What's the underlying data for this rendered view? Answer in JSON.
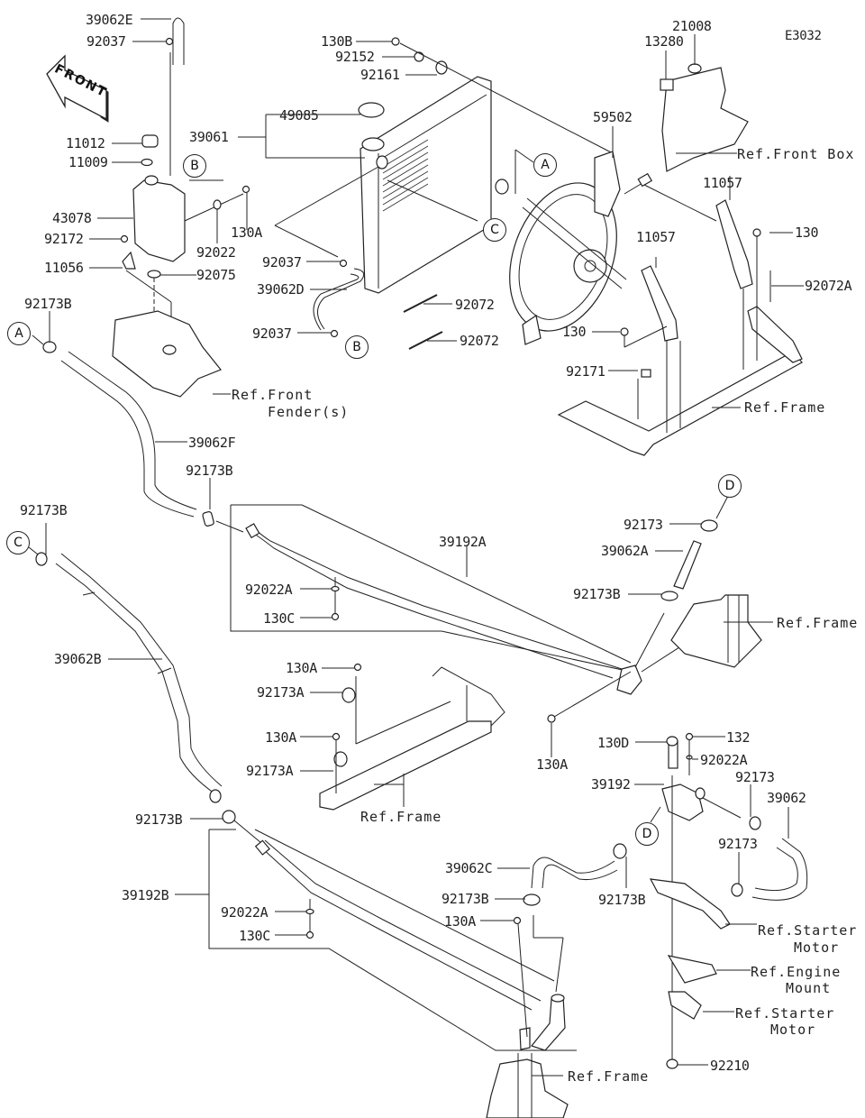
{
  "diagram": {
    "id": "E3032",
    "front_arrow_label": "FRONT",
    "callouts": [
      "A",
      "B",
      "C",
      "D"
    ],
    "part_labels": [
      {
        "key": "p39062E",
        "text": "39062E"
      },
      {
        "key": "p92037a",
        "text": "92037"
      },
      {
        "key": "p11012",
        "text": "11012"
      },
      {
        "key": "p11009",
        "text": "11009"
      },
      {
        "key": "p43078",
        "text": "43078"
      },
      {
        "key": "p92172",
        "text": "92172"
      },
      {
        "key": "p11056",
        "text": "11056"
      },
      {
        "key": "p92075",
        "text": "92075"
      },
      {
        "key": "p92022",
        "text": "92022"
      },
      {
        "key": "p130A_top",
        "text": "130A"
      },
      {
        "key": "p39061",
        "text": "39061"
      },
      {
        "key": "p49085",
        "text": "49085"
      },
      {
        "key": "p130B",
        "text": "130B"
      },
      {
        "key": "p92152",
        "text": "92152"
      },
      {
        "key": "p92161",
        "text": "92161"
      },
      {
        "key": "p92037b",
        "text": "92037"
      },
      {
        "key": "p39062D",
        "text": "39062D"
      },
      {
        "key": "p92037c",
        "text": "92037"
      },
      {
        "key": "p92072a",
        "text": "92072"
      },
      {
        "key": "p92072b",
        "text": "92072"
      },
      {
        "key": "p59502",
        "text": "59502"
      },
      {
        "key": "p13280",
        "text": "13280"
      },
      {
        "key": "p21008",
        "text": "21008"
      },
      {
        "key": "p11057a",
        "text": "11057"
      },
      {
        "key": "p11057b",
        "text": "11057"
      },
      {
        "key": "p130a",
        "text": "130"
      },
      {
        "key": "p130b",
        "text": "130"
      },
      {
        "key": "p92072A",
        "text": "92072A"
      },
      {
        "key": "p92171",
        "text": "92171"
      },
      {
        "key": "p92173B_a",
        "text": "92173B"
      },
      {
        "key": "p39062F",
        "text": "39062F"
      },
      {
        "key": "p92173B_b",
        "text": "92173B"
      },
      {
        "key": "p92173B_c",
        "text": "92173B"
      },
      {
        "key": "p39192A",
        "text": "39192A"
      },
      {
        "key": "p92022A_a",
        "text": "92022A"
      },
      {
        "key": "p130C_a",
        "text": "130C"
      },
      {
        "key": "p92173_a",
        "text": "92173"
      },
      {
        "key": "p39062A",
        "text": "39062A"
      },
      {
        "key": "p92173B_d",
        "text": "92173B"
      },
      {
        "key": "p39062B",
        "text": "39062B"
      },
      {
        "key": "p130A_a",
        "text": "130A"
      },
      {
        "key": "p92173A_a",
        "text": "92173A"
      },
      {
        "key": "p130A_b",
        "text": "130A"
      },
      {
        "key": "p92173A_b",
        "text": "92173A"
      },
      {
        "key": "p130A_c",
        "text": "130A"
      },
      {
        "key": "p130D",
        "text": "130D"
      },
      {
        "key": "p132",
        "text": "132"
      },
      {
        "key": "p92022A_b",
        "text": "92022A"
      },
      {
        "key": "p92173_b",
        "text": "92173"
      },
      {
        "key": "p39192",
        "text": "39192"
      },
      {
        "key": "p39062",
        "text": "39062"
      },
      {
        "key": "p92173_c",
        "text": "92173"
      },
      {
        "key": "p92173B_e",
        "text": "92173B"
      },
      {
        "key": "p39062C",
        "text": "39062C"
      },
      {
        "key": "p92173B_f",
        "text": "92173B"
      },
      {
        "key": "p130A_d",
        "text": "130A"
      },
      {
        "key": "p92173B_g",
        "text": "92173B"
      },
      {
        "key": "p39192B",
        "text": "39192B"
      },
      {
        "key": "p92022A_c",
        "text": "92022A"
      },
      {
        "key": "p130C_b",
        "text": "130C"
      },
      {
        "key": "p92210",
        "text": "92210"
      }
    ],
    "references": {
      "front_box": "Ref.Front Box",
      "front_fender_1": "Ref.Front",
      "front_fender_2": "Fender(s)",
      "frame_1": "Ref.Frame",
      "frame_2": "Ref.Frame",
      "frame_3": "Ref.Frame",
      "frame_4": "Ref.Frame",
      "starter_motor_a1": "Ref.Starter",
      "starter_motor_a2": "Motor",
      "engine_mount_1": "Ref.Engine",
      "engine_mount_2": "Mount",
      "starter_motor_b1": "Ref.Starter",
      "starter_motor_b2": "Motor"
    }
  },
  "labels": {
    "p39062E": "39062E",
    "p92037a": "92037",
    "p11012": "11012",
    "p11009": "11009",
    "p43078": "43078",
    "p92172": "92172",
    "p11056": "11056",
    "p92075": "92075",
    "p92022": "92022",
    "p130A_top": "130A",
    "p39061": "39061",
    "p49085": "49085",
    "p130B": "130B",
    "p92152": "92152",
    "p92161": "92161",
    "p92037b": "92037",
    "p39062D": "39062D",
    "p92037c": "92037",
    "p92072a": "92072",
    "p92072b": "92072",
    "p59502": "59502",
    "p13280": "13280",
    "p21008": "21008",
    "p11057a": "11057",
    "p11057b": "11057",
    "p130a": "130",
    "p130b": "130",
    "p92072A": "92072A",
    "p92171": "92171",
    "p92173B_a": "92173B",
    "p39062F": "39062F",
    "p92173B_b": "92173B",
    "p92173B_c": "92173B",
    "p39192A": "39192A",
    "p92022A_a": "92022A",
    "p130C_a": "130C",
    "p92173_a": "92173",
    "p39062A": "39062A",
    "p92173B_d": "92173B",
    "p39062B": "39062B",
    "p130A_a": "130A",
    "p92173A_a": "92173A",
    "p130A_b": "130A",
    "p92173A_b": "92173A",
    "p130A_c": "130A",
    "p130D": "130D",
    "p132": "132",
    "p92022A_b": "92022A",
    "p92173_b": "92173",
    "p39192": "39192",
    "p39062": "39062",
    "p92173_c": "92173",
    "p92173B_e": "92173B",
    "p39062C": "39062C",
    "p92173B_f": "92173B",
    "p130A_d": "130A",
    "p92173B_g": "92173B",
    "p39192B": "39192B",
    "p92022A_c": "92022A",
    "p130C_b": "130C",
    "p92210": "92210"
  }
}
